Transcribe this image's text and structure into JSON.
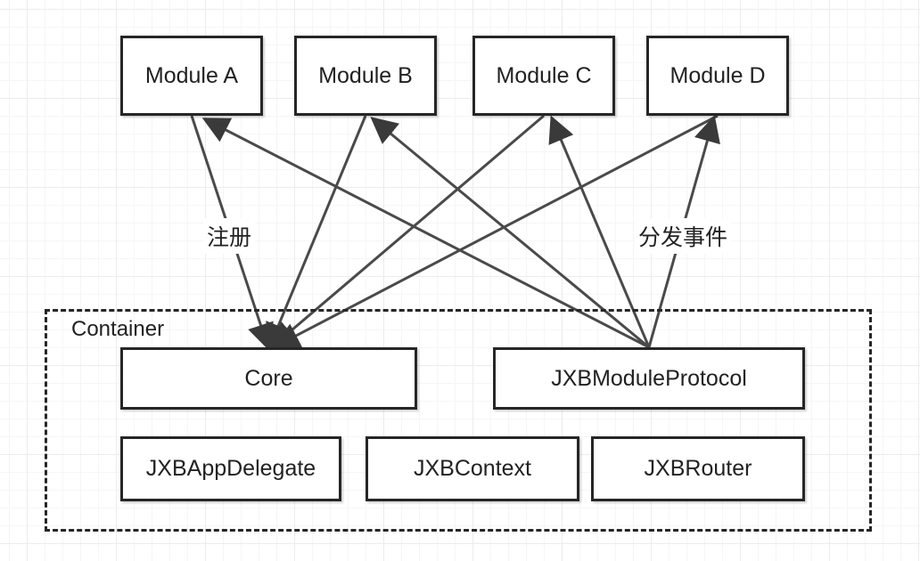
{
  "modules": {
    "a": "Module A",
    "b": "Module B",
    "c": "Module C",
    "d": "Module D"
  },
  "container": {
    "label": "Container",
    "core": "Core",
    "protocol": "JXBModuleProtocol",
    "app_delegate": "JXBAppDelegate",
    "context": "JXBContext",
    "router": "JXBRouter"
  },
  "edge_labels": {
    "register": "注册",
    "dispatch": "分发事件"
  },
  "edges": [
    {
      "from": "Module A",
      "to": "Core",
      "label": "注册"
    },
    {
      "from": "Module B",
      "to": "Core"
    },
    {
      "from": "Module C",
      "to": "Core"
    },
    {
      "from": "Module D",
      "to": "Core"
    },
    {
      "from": "JXBModuleProtocol",
      "to": "Module A"
    },
    {
      "from": "JXBModuleProtocol",
      "to": "Module B"
    },
    {
      "from": "JXBModuleProtocol",
      "to": "Module C"
    },
    {
      "from": "JXBModuleProtocol",
      "to": "Module D",
      "label": "分发事件"
    }
  ],
  "colors": {
    "stroke": "#262626",
    "arrow": "#4a4a4a",
    "grid": "#ececec"
  }
}
